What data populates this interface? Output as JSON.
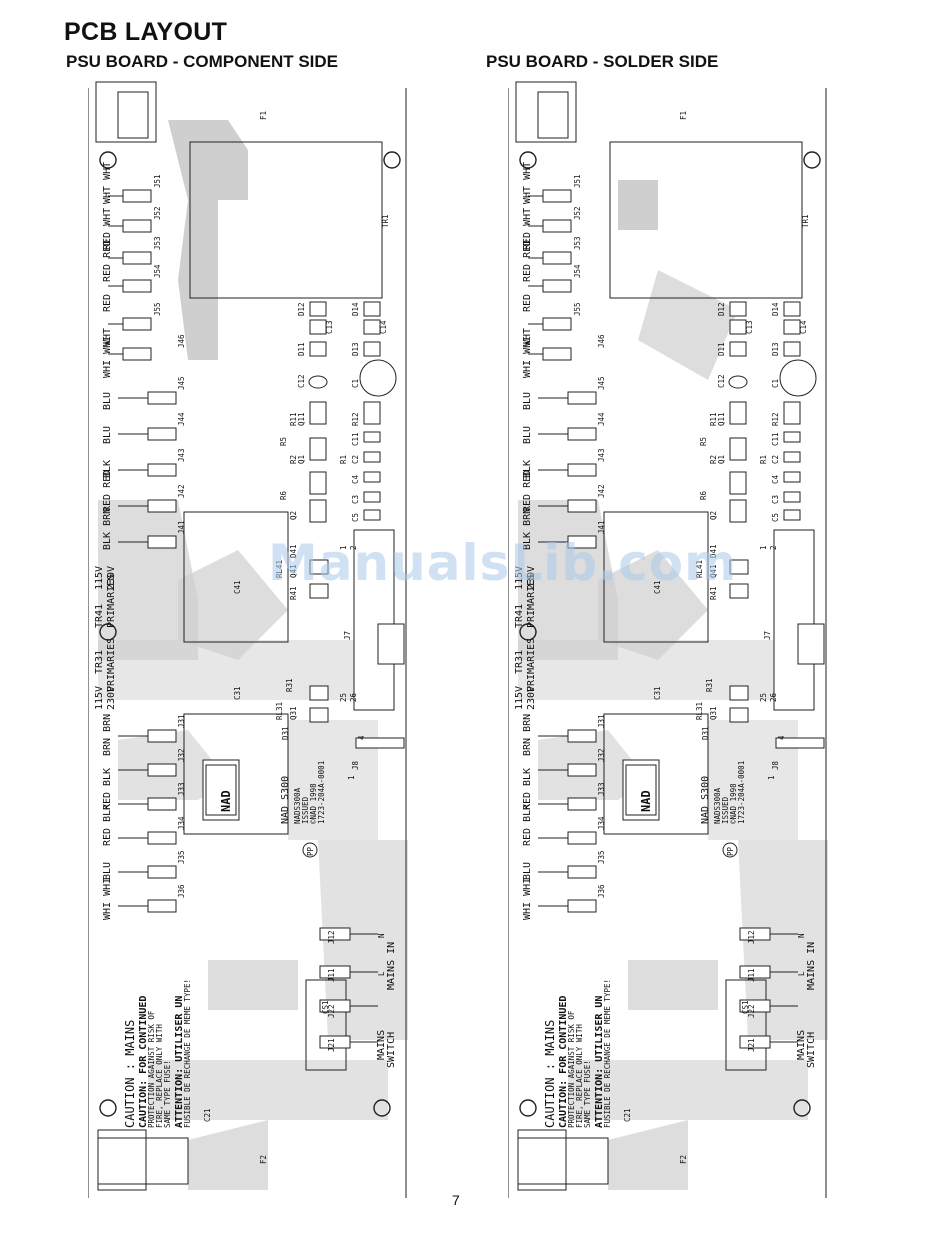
{
  "page": {
    "title": "PCB LAYOUT",
    "left_heading": "PSU BOARD - COMPONENT SIDE",
    "right_heading": "PSU BOARD - SOLDER SIDE",
    "page_number": "7",
    "watermark": "ManualsLib.com"
  },
  "board_labels": {
    "fuse1": "F1",
    "fuse2": "F2",
    "transformer": "TR1",
    "tr41": "TR41",
    "tr41_sub": "PRIMARIES",
    "tr31": "TR31",
    "tr31_sub": "PRIMARIES",
    "v115": "115V",
    "v230": "230V",
    "c41": "C41",
    "c31": "C31",
    "c21": "C21",
    "rl41": "RL41",
    "rl31": "RL31",
    "q41": "Q41",
    "d41": "D41",
    "r41": "R41",
    "q31": "Q31",
    "d31": "D31",
    "r31": "R31",
    "j7": "J7",
    "j8": "J8",
    "j8_pin1": "1",
    "j8_pin4": "4",
    "pin1": "1",
    "pin2": "2",
    "pin25": "25",
    "pin26": "26",
    "cs1": "CS1",
    "mains_in": "MAINS IN",
    "mains_switch_1": "MAINS",
    "mains_switch_2": "SWITCH",
    "n": "N",
    "l": "L",
    "j11": "J11",
    "j12": "J12",
    "j21": "J21",
    "j22": "J22",
    "nad_logo": "NAD",
    "model": "NAD S300",
    "pcb_code": "NADS300A",
    "issue": "ISSUED",
    "copyright": "©NAD 1998",
    "part_no": "1723-204A-0001",
    "pp": "PP",
    "caution_1": "CAUTION : MAINS",
    "caution_2": "CAUTION: FOR CONTINUED",
    "caution_3": "PROTECTION AGAINST RISK OF",
    "caution_4": "FIRE, REPLACE ONLY WITH",
    "caution_5": "SAME TYPE FUSE!",
    "attention_1": "ATTENTION: UTILISER UN",
    "attention_2": "FUSIBLE DE RECHANGE DE MEME TYPE!",
    "components": {
      "d12": "D12",
      "d14": "D14",
      "c13": "C13",
      "c14": "C14",
      "d11": "D11",
      "d13": "D13",
      "c1": "C1",
      "c12": "C12",
      "r11": "R11",
      "q11": "Q11",
      "r12": "R12",
      "c11": "C11",
      "r5": "R5",
      "r2": "R2",
      "q1": "Q1",
      "r1": "R1",
      "c2": "C2",
      "c4": "C4",
      "c3": "C3",
      "r6": "R6",
      "q2": "Q2",
      "c5": "C5"
    }
  },
  "connectors_upper": [
    {
      "id": "J51",
      "wire": "WHT WHT"
    },
    {
      "id": "J52",
      "wire": "RED WHT"
    },
    {
      "id": "J53",
      "wire": "RED RED"
    },
    {
      "id": "J54",
      "wire": "RED"
    },
    {
      "id": "J55",
      "wire": "WHT"
    },
    {
      "id": "J46",
      "wire": "WHI WHI"
    },
    {
      "id": "J45",
      "wire": "BLU"
    },
    {
      "id": "J44",
      "wire": "BLU"
    },
    {
      "id": "J43",
      "wire": "BLK"
    },
    {
      "id": "J42",
      "wire": "RED RED"
    },
    {
      "id": "J41",
      "wire": "BLK BRN"
    }
  ],
  "connectors_lower": [
    {
      "id": "J31",
      "wire": "BRN BRN"
    },
    {
      "id": "J32",
      "wire": "BLK"
    },
    {
      "id": "J33",
      "wire": "RED"
    },
    {
      "id": "J34",
      "wire": "RED BLK"
    },
    {
      "id": "J35",
      "wire": "BLU"
    },
    {
      "id": "J36",
      "wire": "WHI WHI"
    }
  ]
}
